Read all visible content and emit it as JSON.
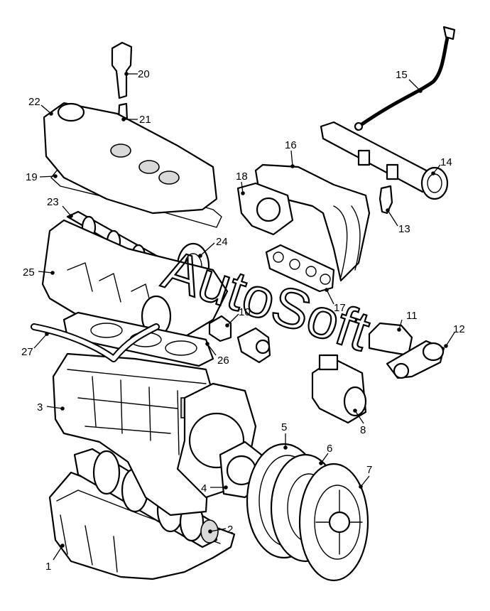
{
  "watermark": "AutoSoft",
  "callouts": [
    {
      "id": "1",
      "label": "1"
    },
    {
      "id": "2",
      "label": "2"
    },
    {
      "id": "3",
      "label": "3"
    },
    {
      "id": "4",
      "label": "4"
    },
    {
      "id": "5",
      "label": "5"
    },
    {
      "id": "6",
      "label": "6"
    },
    {
      "id": "7",
      "label": "7"
    },
    {
      "id": "8",
      "label": "8"
    },
    {
      "id": "10",
      "label": "10"
    },
    {
      "id": "11",
      "label": "11"
    },
    {
      "id": "12",
      "label": "12"
    },
    {
      "id": "13",
      "label": "13"
    },
    {
      "id": "14",
      "label": "14"
    },
    {
      "id": "15",
      "label": "15"
    },
    {
      "id": "16",
      "label": "16"
    },
    {
      "id": "17",
      "label": "17"
    },
    {
      "id": "18",
      "label": "18"
    },
    {
      "id": "19",
      "label": "19"
    },
    {
      "id": "20",
      "label": "20"
    },
    {
      "id": "21",
      "label": "21"
    },
    {
      "id": "22",
      "label": "22"
    },
    {
      "id": "23",
      "label": "23"
    },
    {
      "id": "24",
      "label": "24"
    },
    {
      "id": "25",
      "label": "25"
    },
    {
      "id": "26",
      "label": "26"
    },
    {
      "id": "27",
      "label": "27"
    }
  ]
}
